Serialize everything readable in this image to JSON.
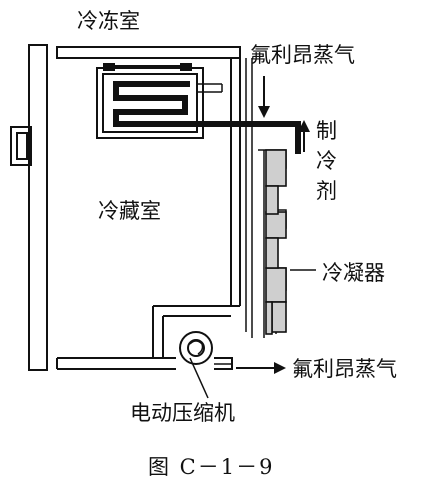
{
  "labels": {
    "freezer": "冷冻室",
    "fridge": "冷藏室",
    "vapor_top": "氟利昂蒸气",
    "refrigerant": [
      "制",
      "冷",
      "剂"
    ],
    "condenser": "冷凝器",
    "vapor_bottom": "氟利昂蒸气",
    "compressor": "电动压缩机"
  },
  "caption": "图 C－1－9"
}
